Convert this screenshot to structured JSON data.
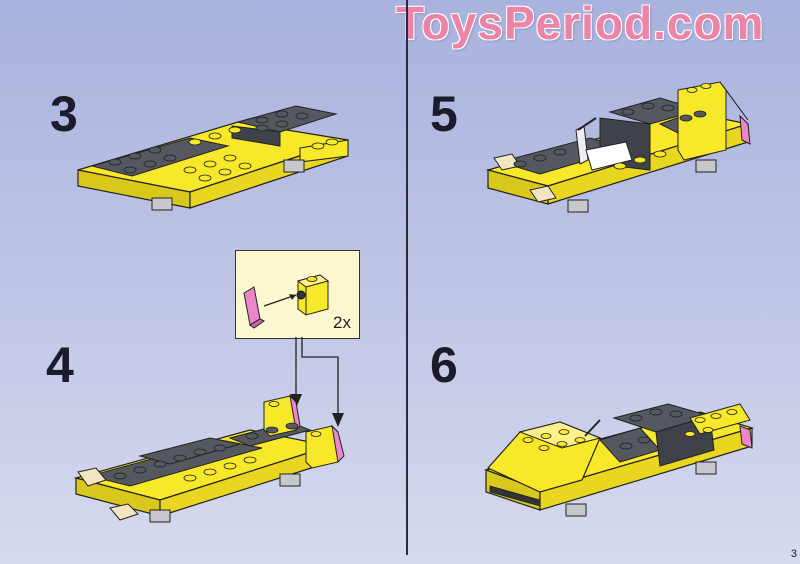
{
  "watermark": {
    "text": "ToysPeriod.com"
  },
  "steps": [
    {
      "number": "3"
    },
    {
      "number": "4"
    },
    {
      "number": "5"
    },
    {
      "number": "6"
    }
  ],
  "callout": {
    "quantity": "2x"
  },
  "page_number": "3",
  "colors": {
    "yellow": "#f7e82a",
    "dark_gray": "#55585f",
    "tan": "#f1e6c1",
    "pink": "#ea86c9",
    "light_gray": "#c8c8cc"
  }
}
